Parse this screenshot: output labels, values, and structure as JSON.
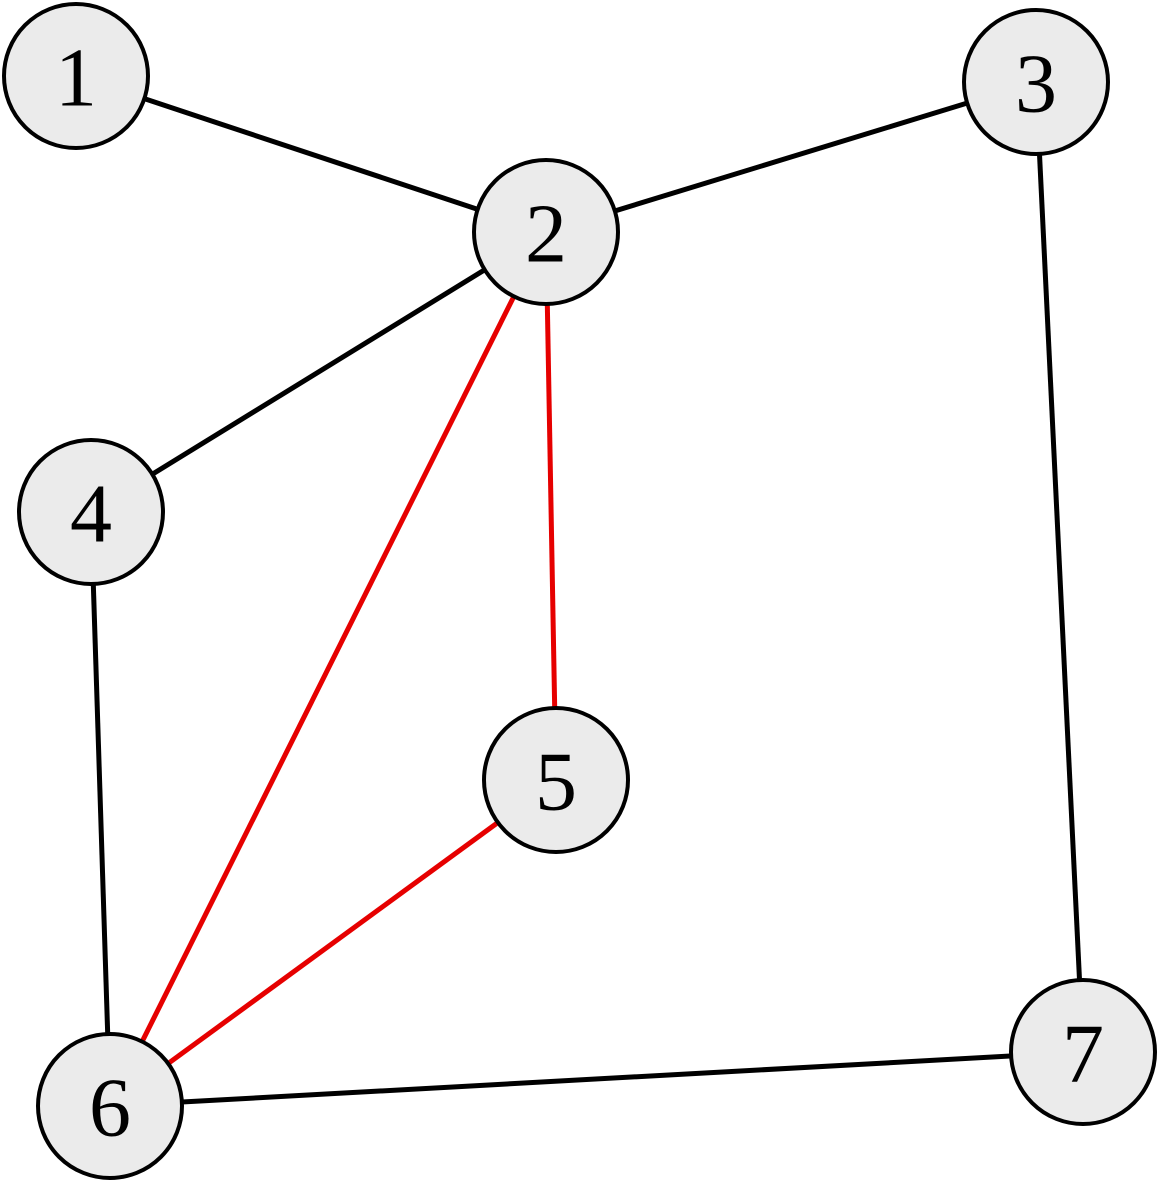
{
  "diagram": {
    "type": "graph",
    "colors": {
      "node_fill": "#ebebeb",
      "node_stroke": "#000000",
      "edge_default": "#000000",
      "edge_highlight": "#e60000",
      "label": "#000000"
    },
    "nodes": [
      {
        "id": "1",
        "label": "1"
      },
      {
        "id": "2",
        "label": "2"
      },
      {
        "id": "3",
        "label": "3"
      },
      {
        "id": "4",
        "label": "4"
      },
      {
        "id": "5",
        "label": "5"
      },
      {
        "id": "6",
        "label": "6"
      },
      {
        "id": "7",
        "label": "7"
      }
    ],
    "edges": [
      {
        "from": "1",
        "to": "2",
        "highlighted": false
      },
      {
        "from": "2",
        "to": "3",
        "highlighted": false
      },
      {
        "from": "2",
        "to": "4",
        "highlighted": false
      },
      {
        "from": "2",
        "to": "5",
        "highlighted": true
      },
      {
        "from": "2",
        "to": "6",
        "highlighted": true
      },
      {
        "from": "3",
        "to": "7",
        "highlighted": false
      },
      {
        "from": "4",
        "to": "6",
        "highlighted": false
      },
      {
        "from": "5",
        "to": "6",
        "highlighted": true
      },
      {
        "from": "6",
        "to": "7",
        "highlighted": false
      }
    ]
  }
}
